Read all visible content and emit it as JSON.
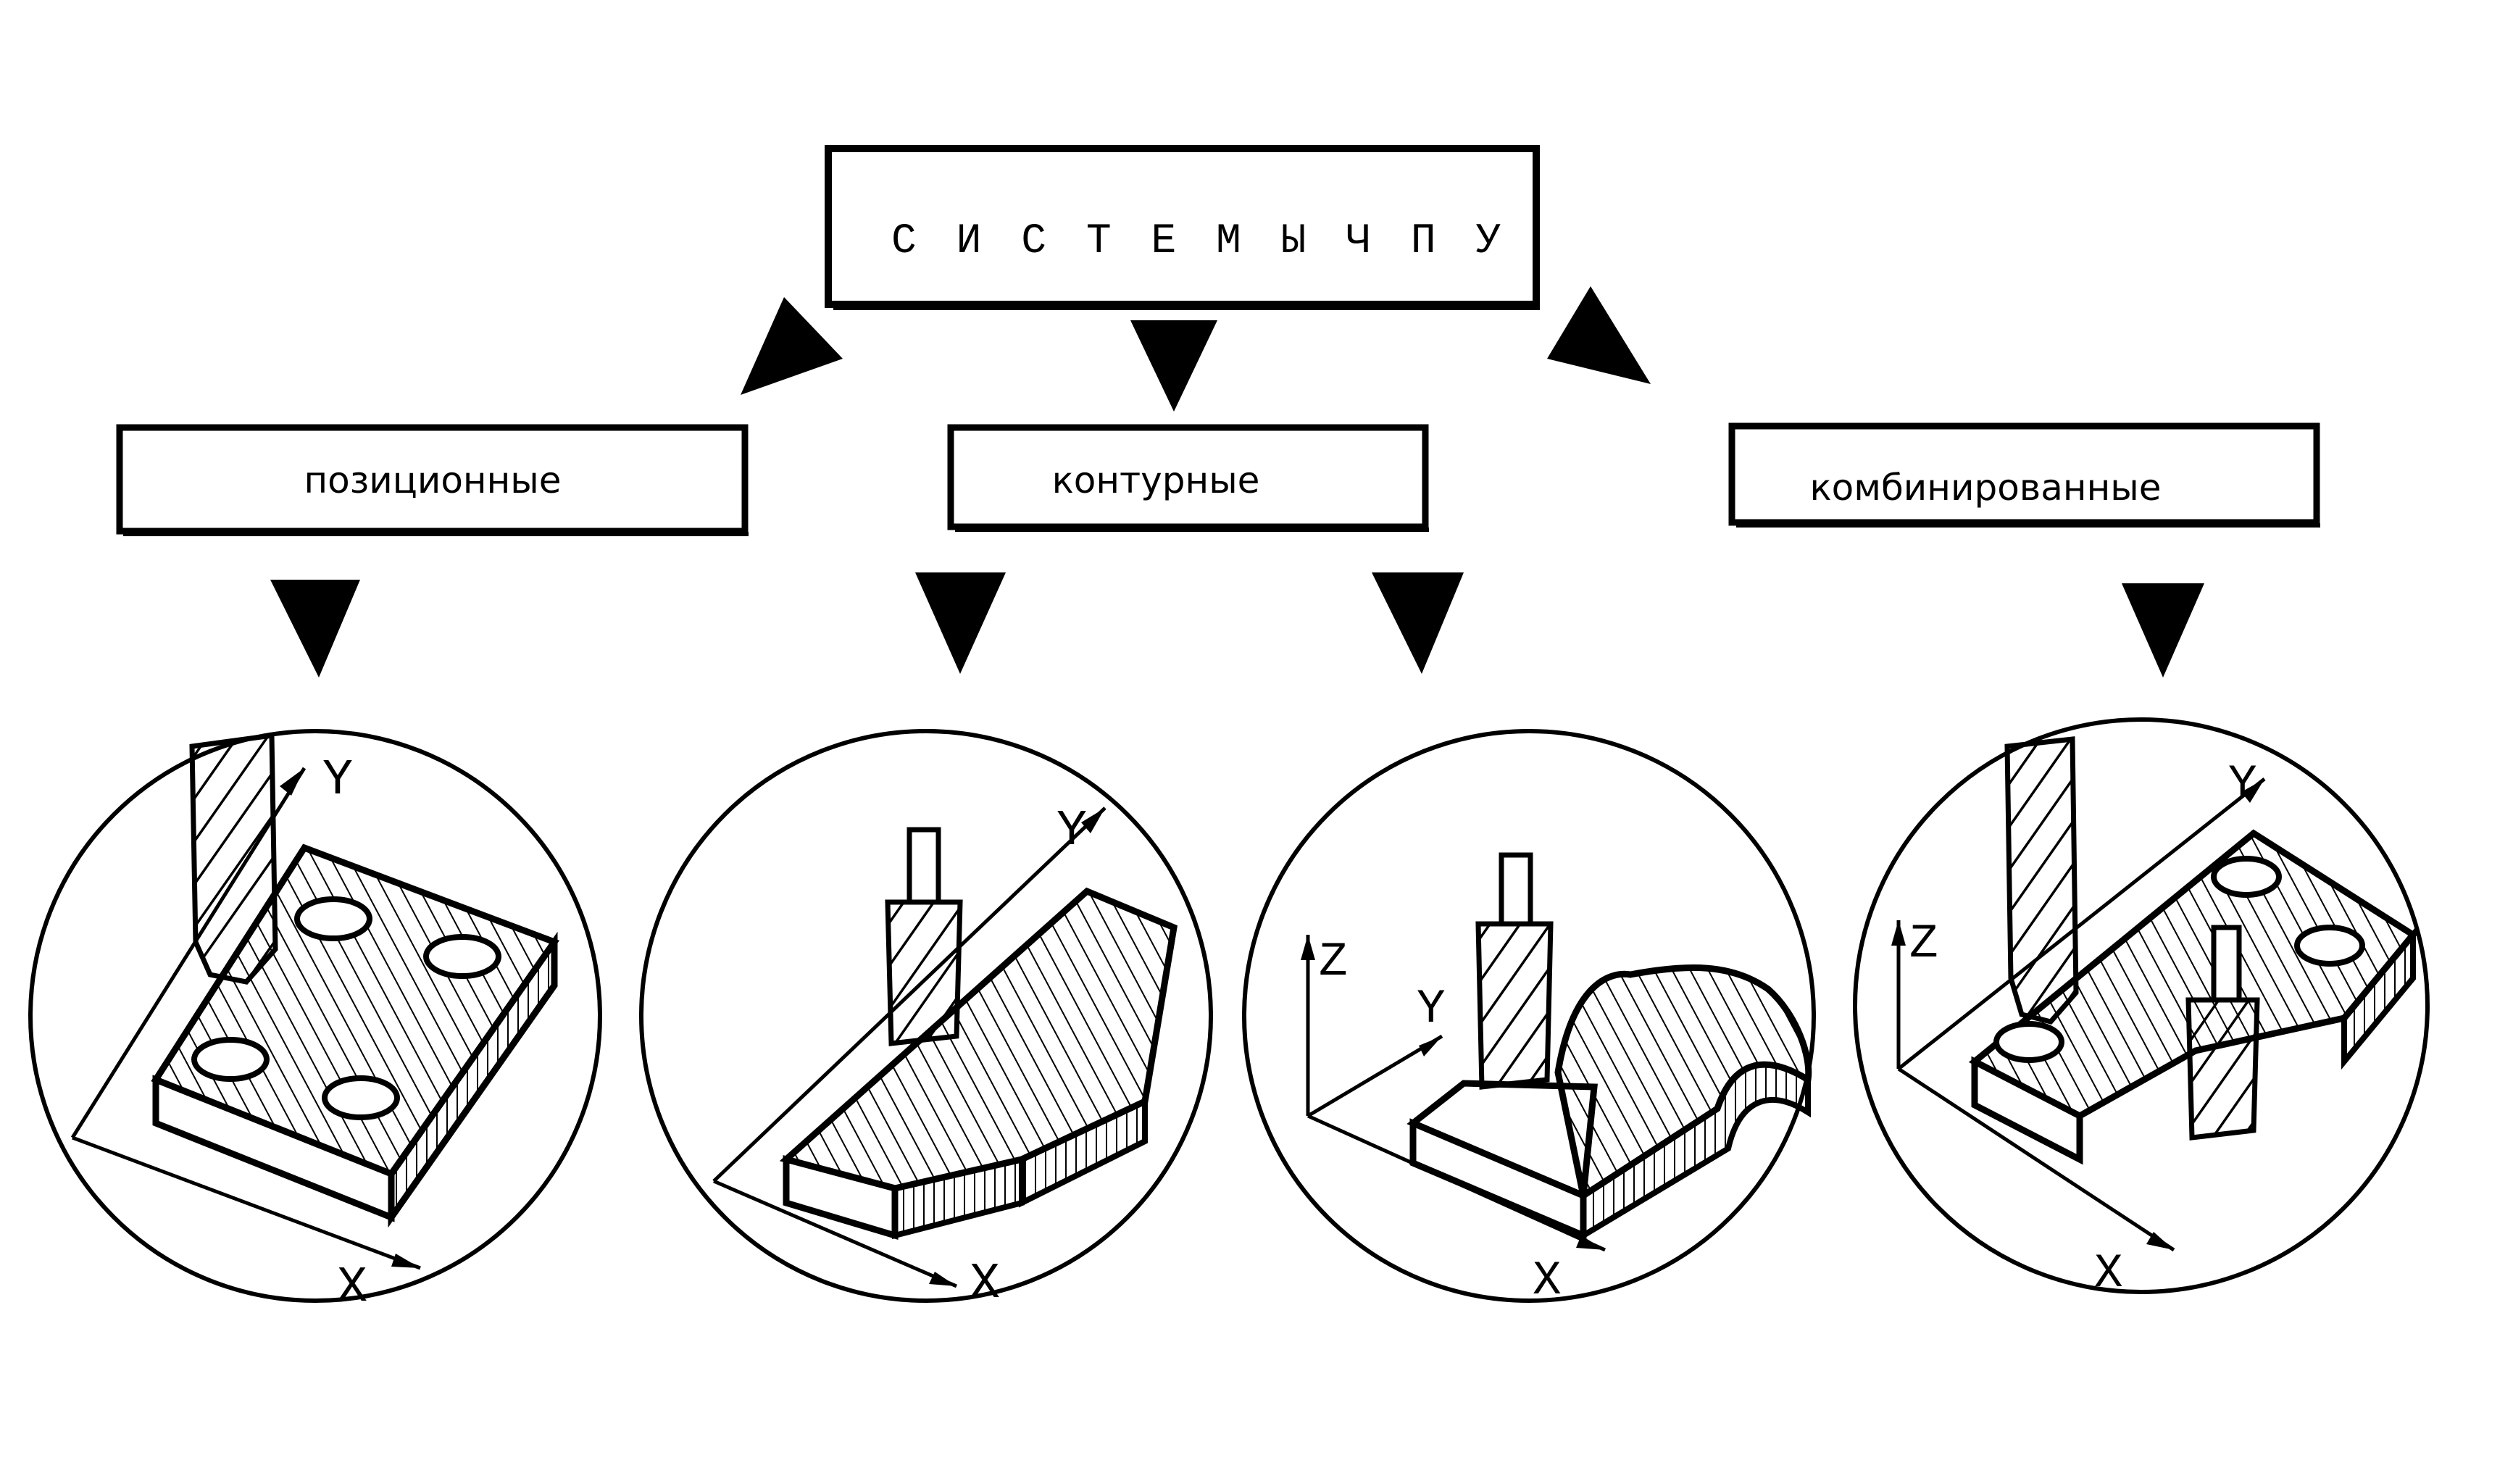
{
  "root": {
    "label": "С И С Т Е М Ы   Ч П У"
  },
  "categories": [
    {
      "label": "позиционные"
    },
    {
      "label": "контурные"
    },
    {
      "label": "комбинированные"
    }
  ],
  "illustrations": [
    {
      "axes": [
        "Y",
        "X"
      ]
    },
    {
      "axes": [
        "Y",
        "X"
      ]
    },
    {
      "axes": [
        "Z",
        "Y",
        "X"
      ]
    },
    {
      "axes": [
        "Z",
        "Y",
        "X"
      ]
    }
  ],
  "colors": {
    "ink": "#000000",
    "paper": "#ffffff"
  }
}
